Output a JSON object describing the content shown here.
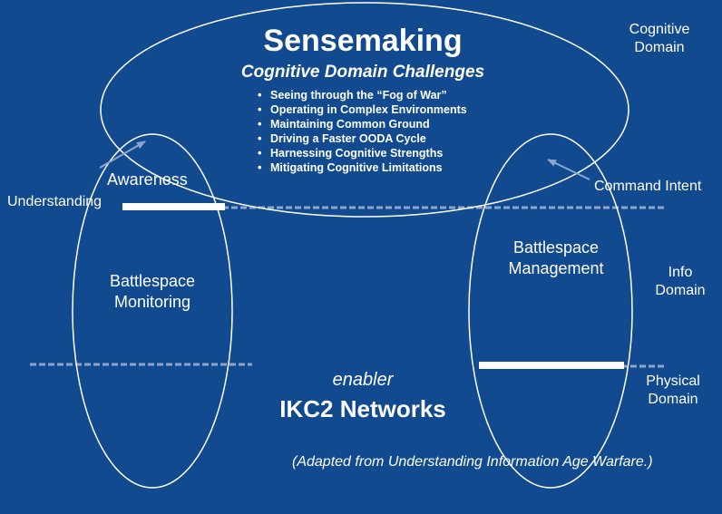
{
  "title": "Sensemaking",
  "subtitle": "Cognitive Domain Challenges",
  "challenges": [
    "Seeing through the “Fog of War”",
    "Operating in Complex Environments",
    "Maintaining Common Ground",
    "Driving a Faster OODA Cycle",
    "Harnessing Cognitive Strengths",
    "Mitigating Cognitive Limitations"
  ],
  "domains": {
    "cognitive": [
      "Cognitive",
      "Domain"
    ],
    "info": [
      "Info",
      "Domain"
    ],
    "physical": [
      "Physical",
      "Domain"
    ]
  },
  "labels": {
    "awareness": "Awareness",
    "understanding": "Understanding",
    "command_intent": "Command Intent",
    "monitoring": [
      "Battlespace",
      "Monitoring"
    ],
    "management": [
      "Battlespace",
      "Management"
    ],
    "enabler": "enabler",
    "networks": "IKC2 Networks",
    "source_note": "(Adapted from Understanding Information Age Warfare.)"
  },
  "colors": {
    "background": "#124a90",
    "foreground": "#ffffff",
    "divider": "#8ea6cc"
  }
}
